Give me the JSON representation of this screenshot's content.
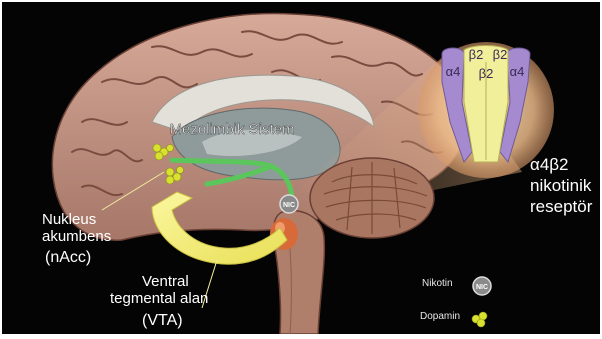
{
  "diagram": {
    "system_label": "Mezolimbik Sistem",
    "nac_label_line1": "Nukleus",
    "nac_label_line2": "akumbens",
    "nac_abbrev": "(nAcc)",
    "vta_label_line1": "Ventral",
    "vta_label_line2": "tegmental alan",
    "vta_abbrev": "(VTA)",
    "nic_marker": "NIC",
    "receptor": {
      "name_line1": "α4β2",
      "name_line2": "nikotinik",
      "name_line3": "reseptör",
      "subunits": [
        "α4",
        "β2",
        "β2",
        "β2",
        "α4"
      ]
    },
    "legend": {
      "nicotine_label": "Nikotin",
      "nicotine_icon_text": "NIC",
      "dopamine_label": "Dopamin"
    },
    "colors": {
      "background": "#040404",
      "brain_cortex": "#c79a8c",
      "brainstem": "#b07f6b",
      "cerebellum": "#a97761",
      "pathway": "#5bc65b",
      "arrow": "#f4ef7a",
      "dopamine": "#d8e030",
      "alpha_subunit": "#a58ad0",
      "beta_subunit": "#f1ef9a",
      "receptor_halo": "#f0c79a",
      "vta": "#d86a3a"
    }
  }
}
